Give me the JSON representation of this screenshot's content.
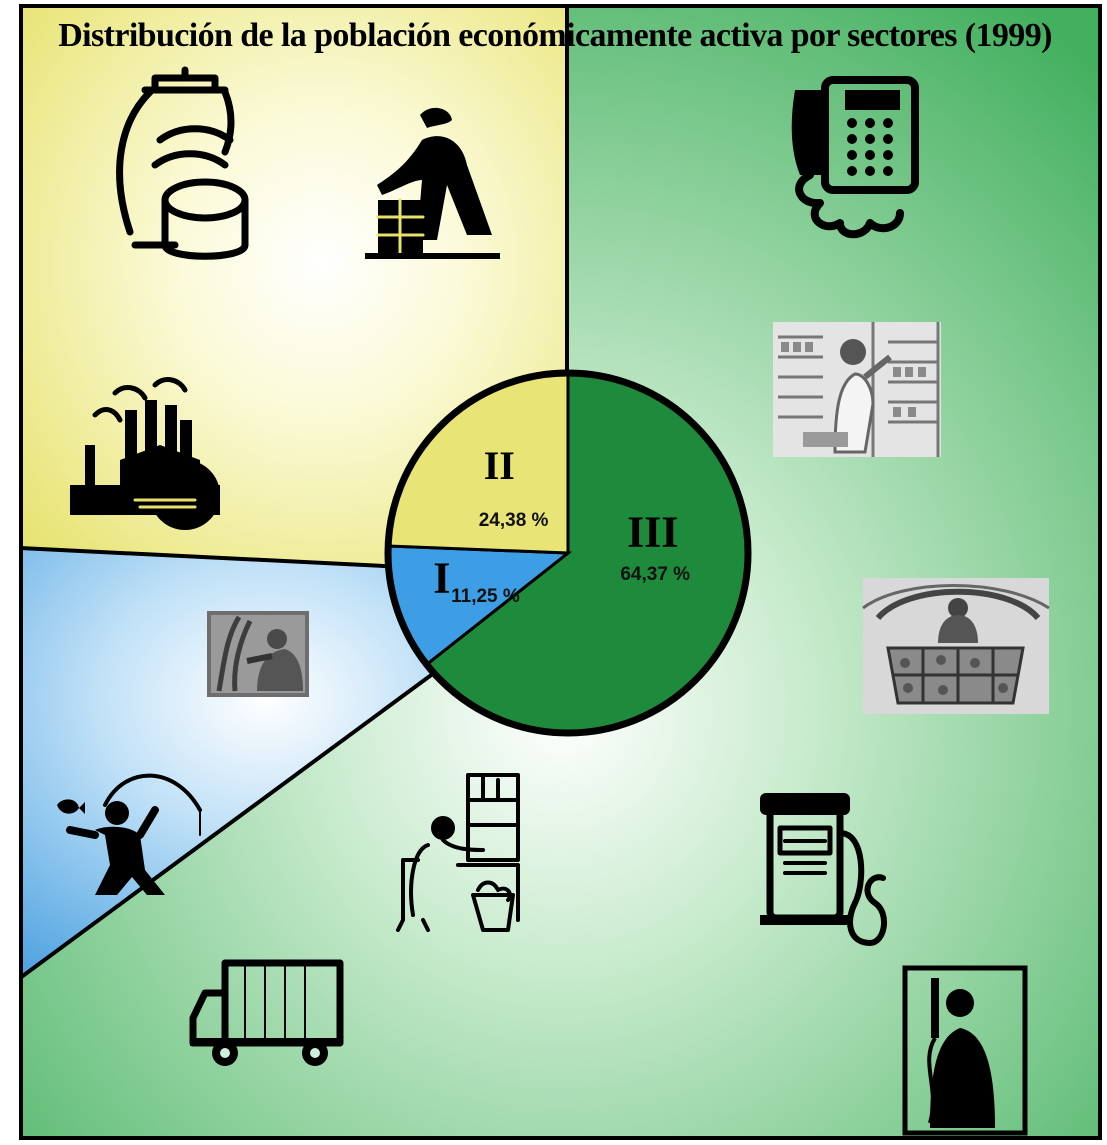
{
  "title": "Distribución de la población económicamente activa por sectores (1999)",
  "colors": {
    "primario": "#3d9ee5",
    "secundario": "#e9e476",
    "terciario": "#1e8a3c",
    "background_green": "#4cb464"
  },
  "chart_data": {
    "type": "pie",
    "title": "Distribución de la población económicamente activa por sectores (1999)",
    "slices": [
      {
        "sector": "I",
        "label": "11,25 %",
        "value": 11.25,
        "color": "#3d9ee5"
      },
      {
        "sector": "II",
        "label": "24,38 %",
        "value": 24.38,
        "color": "#e9e476"
      },
      {
        "sector": "III",
        "label": "64,37 %",
        "value": 64.37,
        "color": "#1e8a3c"
      }
    ]
  },
  "icons": {
    "secundario": [
      "laboratory-icon",
      "bricklayer-icon",
      "factory-icon"
    ],
    "primario": [
      "farmer-icon",
      "fisherman-icon"
    ],
    "terciario": [
      "telephone-icon",
      "shop-clerk-icon",
      "market-vendor-icon",
      "office-worker-icon",
      "fuel-pump-icon",
      "delivery-truck-icon",
      "mechanic-icon"
    ]
  }
}
